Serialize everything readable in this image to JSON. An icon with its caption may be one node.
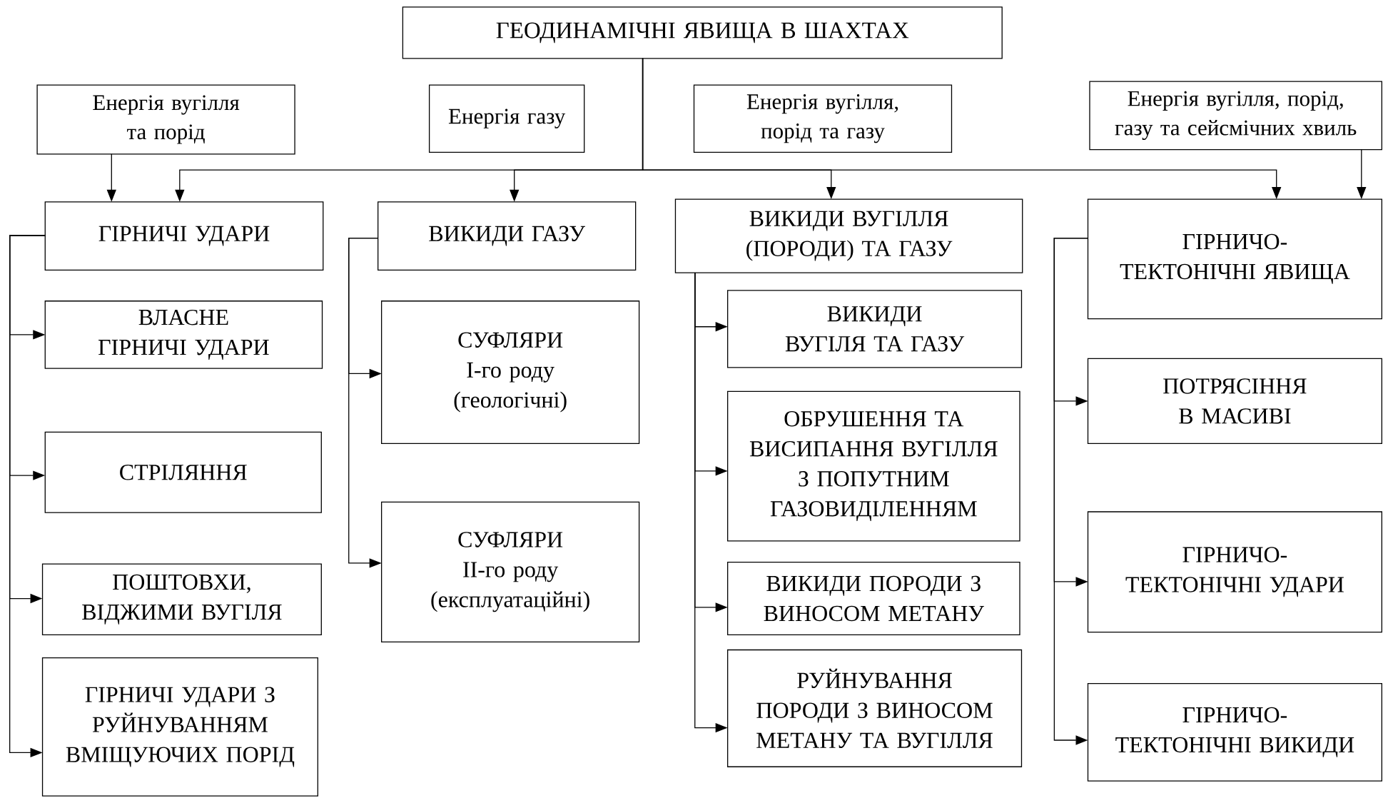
{
  "diagram": {
    "nodes": [
      {
        "text": [
          "ГЕОДИНАМІЧНІ ЯВИЩА В ШАХТАХ"
        ]
      },
      {
        "text": [
          "Енергія вугілля та порід"
        ]
      },
      {
        "text": [
          "Енергія газу"
        ]
      },
      {
        "text": [
          "Енергія вугілля, порід та газу"
        ]
      },
      {
        "text": [
          "Енергія вугілля, порід, газу та сейсмічних хвиль"
        ]
      },
      {
        "text": [
          "ГІРНИЧІ УДАРИ"
        ]
      },
      {
        "text": [
          "ВЛАСНЕ ГІРНИЧІ УДАРИ"
        ]
      },
      {
        "text": [
          "СТРІЛЯННЯ"
        ]
      },
      {
        "text": [
          "ПОШТОВХИ, ВІДЖИМИ ВУГІЛЯ"
        ]
      },
      {
        "text": [
          "ГІРНИЧІ УДАРИ З РУЙНУВАННЯМ ВМІЩУЮЧИХ ПОРІД"
        ]
      },
      {
        "text": [
          "ВИКИДИ ГАЗУ"
        ]
      },
      {
        "text": [
          "СУФЛЯРИ",
          "I-го роду (геологічні)"
        ]
      },
      {
        "text": [
          "СУФЛЯРИ",
          "II-го роду (експлуатаційні)"
        ]
      },
      {
        "text": [
          "ВИКИДИ ВУГІЛЛЯ (ПОРОДИ) ТА ГАЗУ"
        ]
      },
      {
        "text": [
          "ВИКИДИ ВУГІЛЯ ТА ГАЗУ"
        ]
      },
      {
        "text": [
          "ОБРУШЕННЯ ТА ВИСИПАННЯ ВУГІЛЛЯ З ПОПУТНИМ ГАЗОВИДІЛЕННЯМ"
        ]
      },
      {
        "text": [
          "ВИКИДИ ПОРОДИ З ВИНОСОМ МЕТАНУ"
        ]
      },
      {
        "text": [
          "РУЙНУВАННЯ ПОРОДИ З ВИНОСОМ МЕТАНУ ТА ВУГІЛЛЯ"
        ]
      },
      {
        "text": [
          "ГІРНИЧО-ТЕКТОНІЧНІ ЯВИЩА"
        ]
      },
      {
        "text": [
          "ПОТРЯСІННЯ В МАСИВІ"
        ]
      },
      {
        "text": [
          "ГІРНИЧО-ТЕКТОНІЧНІ УДАРИ"
        ]
      },
      {
        "text": [
          "ГІРНИЧО-ТЕКТОНІЧНІ ВИКИДИ"
        ]
      }
    ],
    "edges": [
      {
        "from": 0,
        "to": 5,
        "arrow": "to"
      },
      {
        "from": 0,
        "to": 10,
        "arrow": "to"
      },
      {
        "from": 0,
        "to": 13,
        "arrow": "to"
      },
      {
        "from": 0,
        "to": 18,
        "arrow": "to"
      },
      {
        "from": 1,
        "to": 5,
        "arrow": "to"
      },
      {
        "from": 4,
        "to": 18,
        "arrow": "to"
      },
      {
        "from": 5,
        "to": 6,
        "arrow": "to"
      },
      {
        "from": 5,
        "to": 7,
        "arrow": "to"
      },
      {
        "from": 5,
        "to": 8,
        "arrow": "to"
      },
      {
        "from": 5,
        "to": 9,
        "arrow": "to"
      },
      {
        "from": 10,
        "to": 11,
        "arrow": "to"
      },
      {
        "from": 10,
        "to": 12,
        "arrow": "to"
      },
      {
        "from": 13,
        "to": 14,
        "arrow": "to"
      },
      {
        "from": 13,
        "to": 15,
        "arrow": "to"
      },
      {
        "from": 13,
        "to": 16,
        "arrow": "to"
      },
      {
        "from": 13,
        "to": 17,
        "arrow": "to"
      },
      {
        "from": 18,
        "to": 19,
        "arrow": "to"
      },
      {
        "from": 18,
        "to": 20,
        "arrow": "to"
      },
      {
        "from": 18,
        "to": 21,
        "arrow": "to"
      }
    ]
  }
}
